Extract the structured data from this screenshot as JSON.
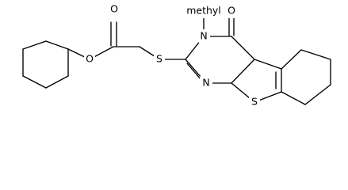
{
  "molecule": {
    "atoms": {
      "ester_o": "O",
      "carbonyl_o": "O",
      "thioether_s": "S",
      "n3": "N",
      "methyl_label": "methyl",
      "c4_o": "O",
      "n1": "N",
      "thiophene_s": "S"
    }
  }
}
